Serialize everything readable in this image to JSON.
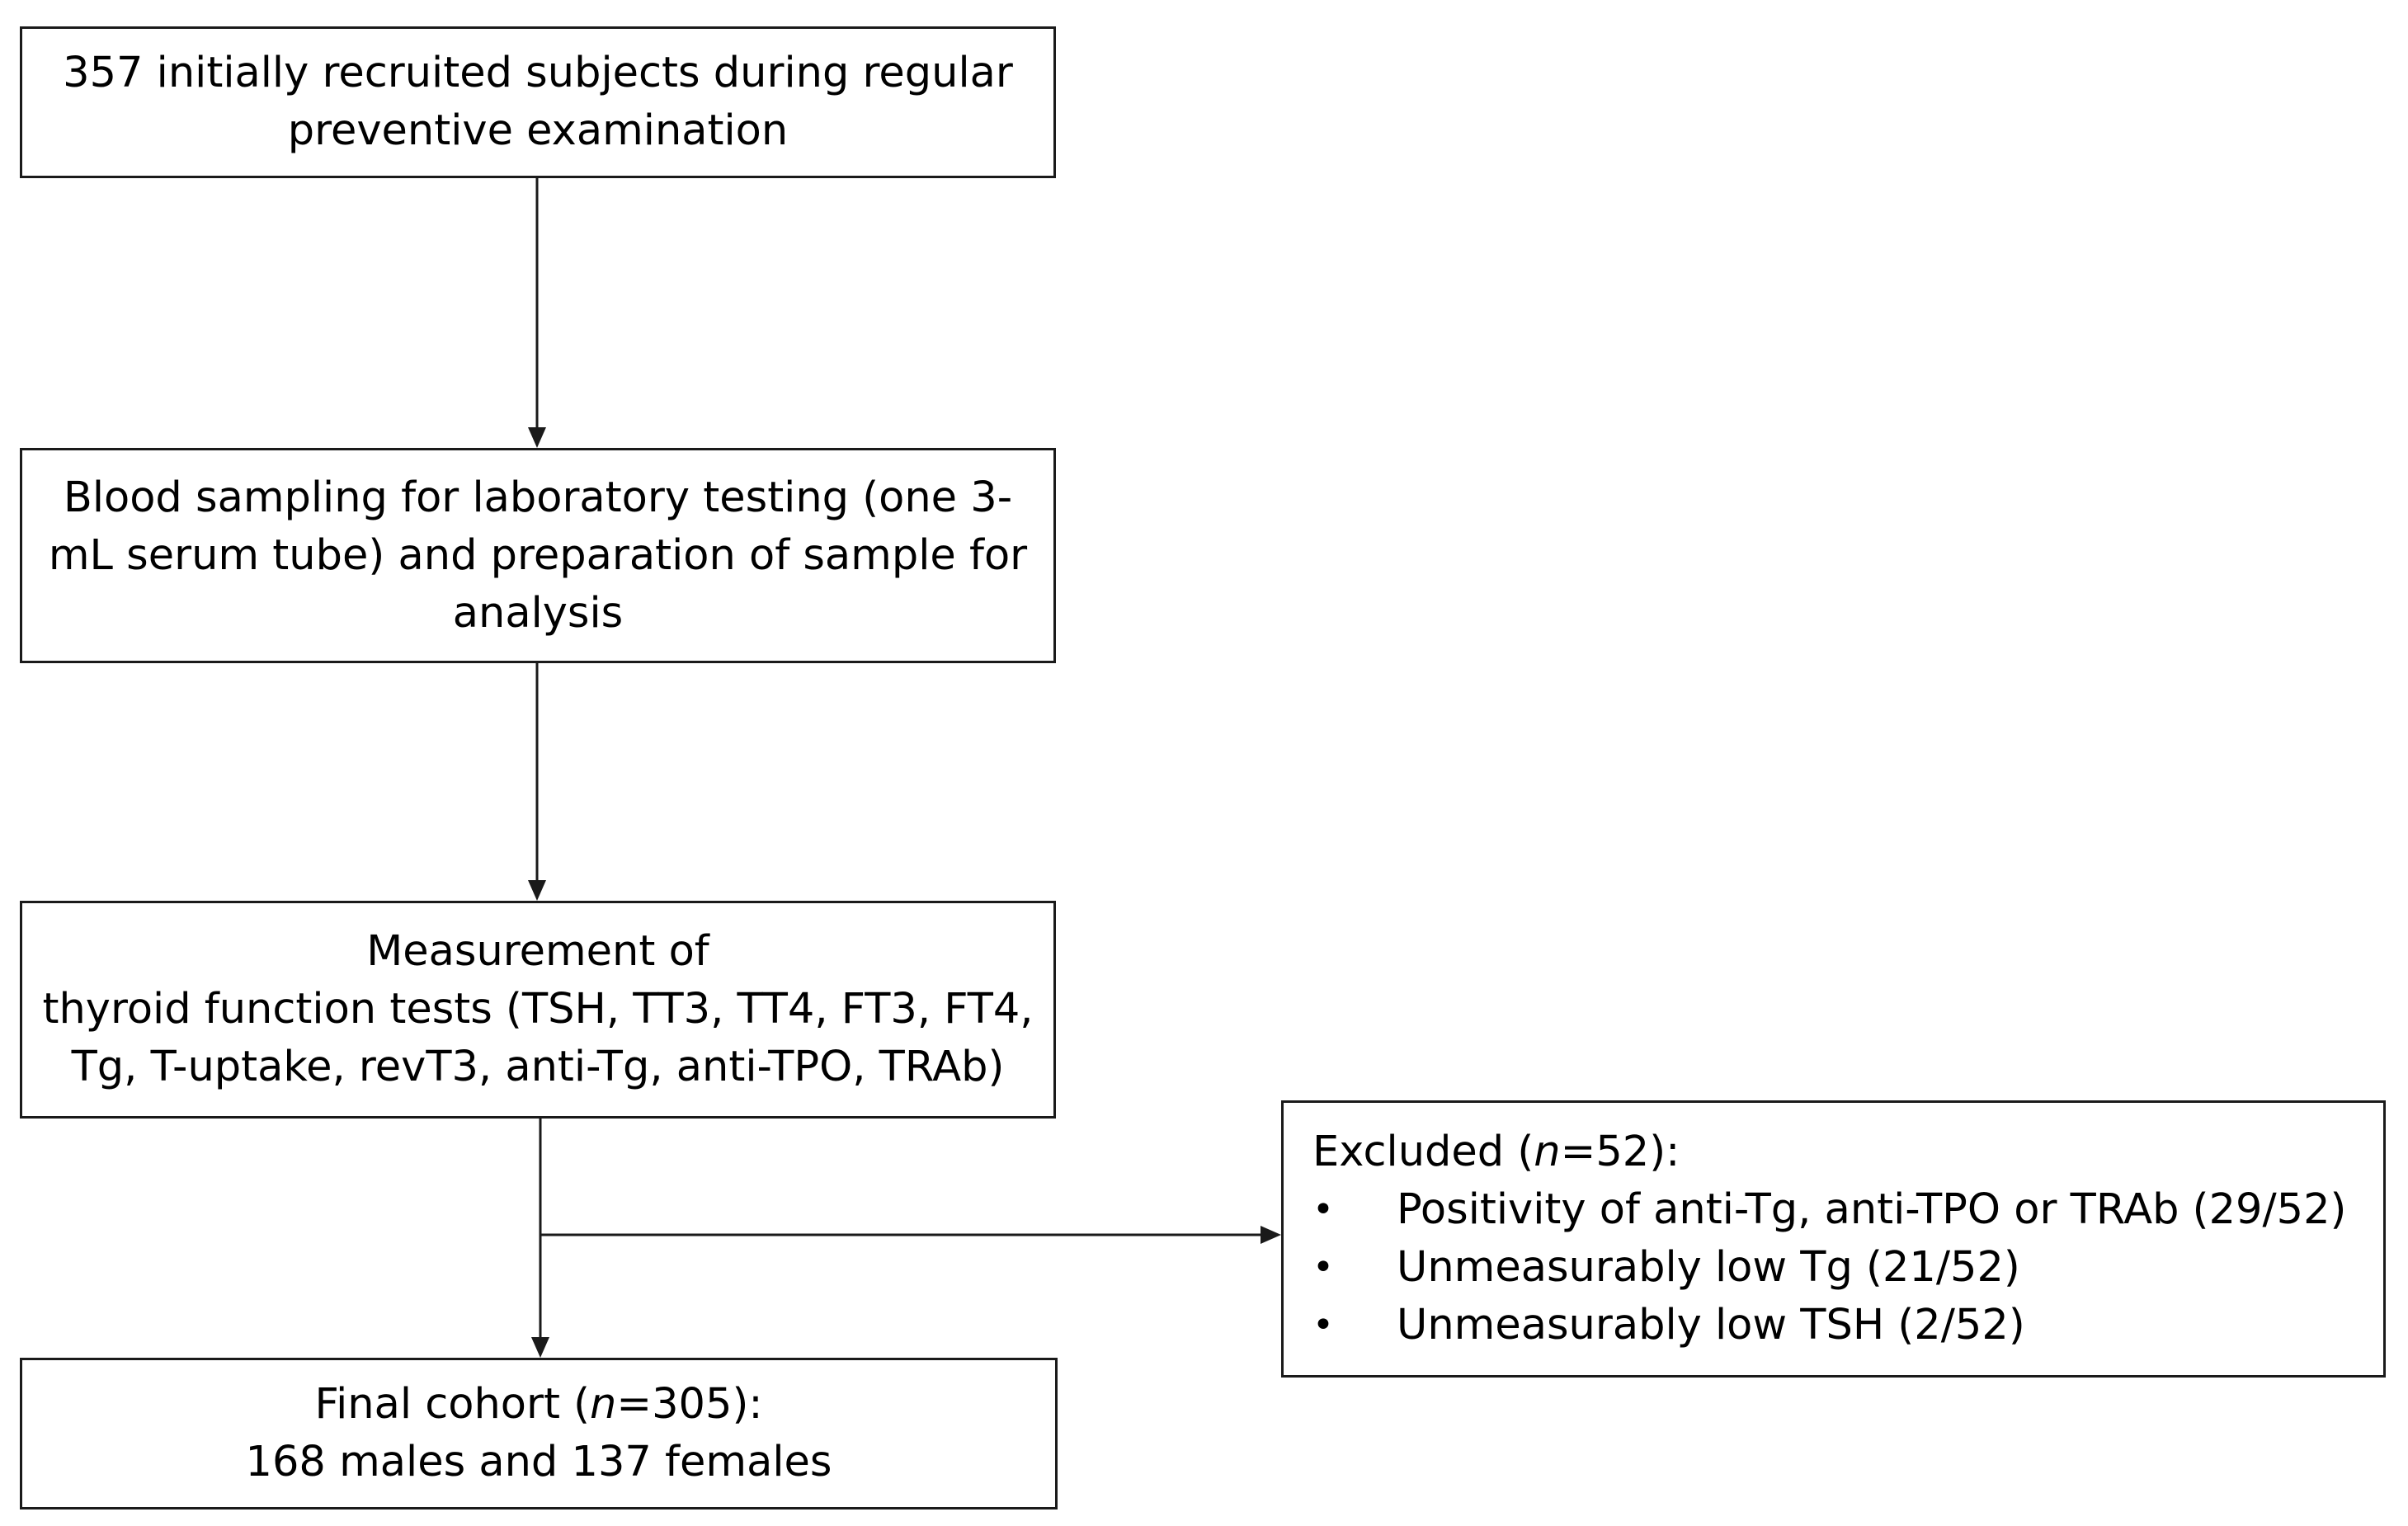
{
  "diagram": {
    "type": "flowchart",
    "nodes": [
      {
        "id": "recruited",
        "lines": [
          "357 initially recruited subjects during regular",
          "preventive examination"
        ]
      },
      {
        "id": "sampling",
        "lines": [
          "Blood sampling for laboratory testing (one 3-",
          "mL serum tube) and preparation of sample for",
          "analysis"
        ]
      },
      {
        "id": "measurement",
        "lines": [
          "Measurement of",
          "thyroid function tests (TSH, TT3, TT4, FT3, FT4,",
          "Tg, T-uptake, revT3, anti-Tg, anti-TPO, TRAb)"
        ]
      },
      {
        "id": "excluded",
        "head_prefix": "Excluded (",
        "head_var": "n",
        "head_suffix": "=52):",
        "bullet": "•",
        "items": [
          "Positivity of anti-Tg, anti-TPO or TRAb (29/52)",
          "Unmeasurably low Tg (21/52)",
          "Unmeasurably low TSH (2/52)"
        ]
      },
      {
        "id": "final",
        "line1_prefix": "Final cohort (",
        "line1_var": "n",
        "line1_suffix": "=305):",
        "line2": "168 males and 137 females"
      }
    ],
    "edges": [
      {
        "from": "recruited",
        "to": "sampling"
      },
      {
        "from": "sampling",
        "to": "measurement"
      },
      {
        "from": "measurement",
        "to": "final"
      },
      {
        "from": "measurement",
        "to": "excluded"
      }
    ],
    "colors": {
      "stroke": "#1a1a1a",
      "background": "#ffffff",
      "text": "#000000"
    }
  }
}
